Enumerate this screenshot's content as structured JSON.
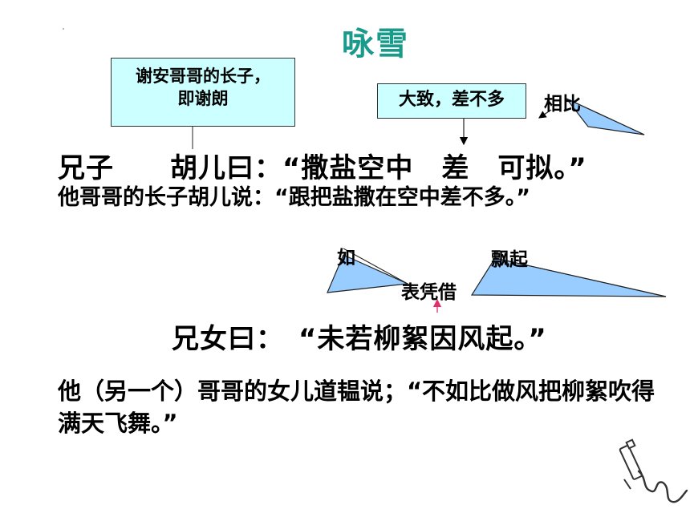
{
  "title": "咏雪",
  "notes": {
    "xie_lang_line1": "谢安哥哥的长子，",
    "xie_lang_line2": "即谢朗",
    "dazhi": "大致，差不多",
    "xiangbi": "相比",
    "ru": "如",
    "biao_pingjie": "表凭借",
    "piaoqi": "飘起"
  },
  "lines": {
    "original1": "兄子　　胡儿曰：“撒盐空中　差　可拟。”",
    "translation1": "他哥哥的长子胡儿说：“跟把盐撒在空中差不多。”",
    "original2": "兄女曰：　“未若柳絮因风起。”",
    "translation2": "他（另一个）哥哥的女儿道韫说；“不如比做风把柳絮吹得满天飞舞。”"
  },
  "colors": {
    "title": "#1a9a8a",
    "note_box": "#ccffff",
    "triangle_fill": "#99ccff",
    "arrow_pink": "#e0316a"
  },
  "icons": {
    "corner_decoration": "pen-scribble-icon"
  }
}
